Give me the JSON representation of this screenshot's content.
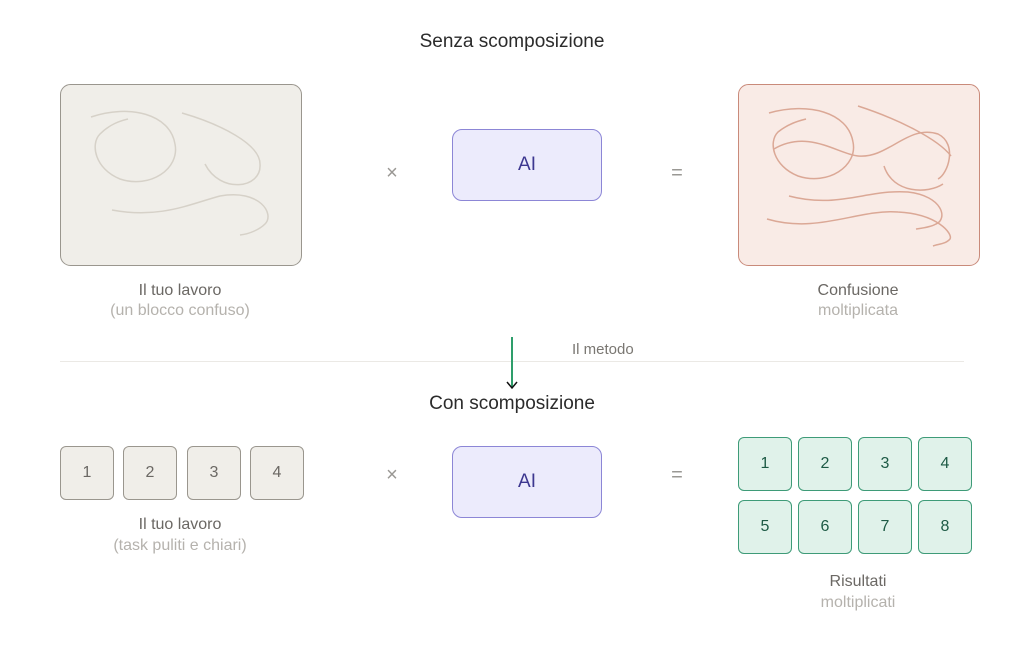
{
  "top": {
    "title": "Senza scomposizione",
    "left_label": "Il tuo lavoro",
    "left_sub": "(un blocco confuso)",
    "times": "×",
    "ai": "AI",
    "equals": "=",
    "right_label": "Confusione",
    "right_sub": "moltiplicata"
  },
  "method": {
    "label": "Il metodo"
  },
  "bottom": {
    "title": "Con scomposizione",
    "tasks": [
      "1",
      "2",
      "3",
      "4"
    ],
    "left_label": "Il tuo lavoro",
    "left_sub": "(task puliti e chiari)",
    "times": "×",
    "ai": "AI",
    "equals": "=",
    "results": [
      "1",
      "2",
      "3",
      "4",
      "5",
      "6",
      "7",
      "8"
    ],
    "right_label": "Risultati",
    "right_sub": "moltiplicati"
  },
  "colors": {
    "accent": "#2e9e6b",
    "ai": "#3d3790"
  }
}
